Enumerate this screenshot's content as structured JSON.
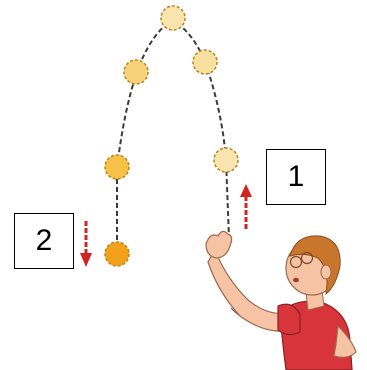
{
  "labels": {
    "upward_phase": "1",
    "downward_phase": "2"
  },
  "colors": {
    "ball_darkest": "#f3a11b",
    "ball_mid": "#f7c047",
    "ball_light": "#f8db8a",
    "ball_lightest": "#f8e4ae",
    "ball_outline": "#b98318",
    "trajectory": "#3a3a3a",
    "arrow": "#d02420",
    "shirt": "#d8343b",
    "skin": "#f6c4a4",
    "hair": "#c9762d"
  },
  "icons": {
    "upward_arrow": "arrow-up-icon",
    "downward_arrow": "arrow-down-icon",
    "person": "boy-throwing-ball"
  }
}
